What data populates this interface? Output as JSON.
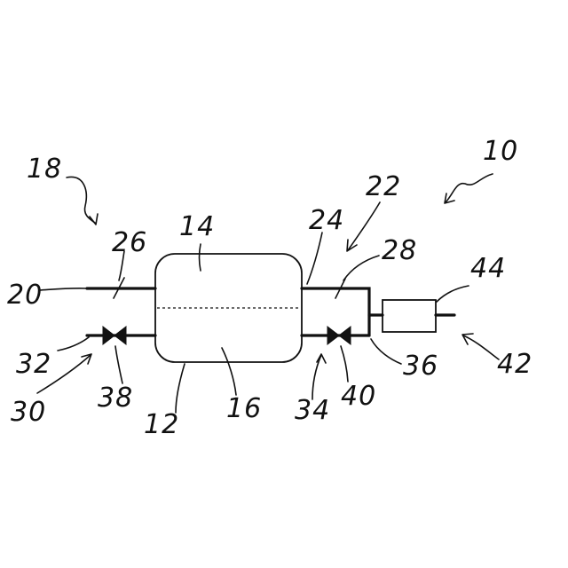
{
  "labels": {
    "r10": "10",
    "r12": "12",
    "r14": "14",
    "r16": "16",
    "r18": "18",
    "r20": "20",
    "r22": "22",
    "r24": "24",
    "r26": "26",
    "r28": "28",
    "r30": "30",
    "r32": "32",
    "r34": "34",
    "r36": "36",
    "r38": "38",
    "r40": "40",
    "r42": "42",
    "r44": "44"
  },
  "colors": {
    "ink": "#111111",
    "background": "#ffffff"
  }
}
